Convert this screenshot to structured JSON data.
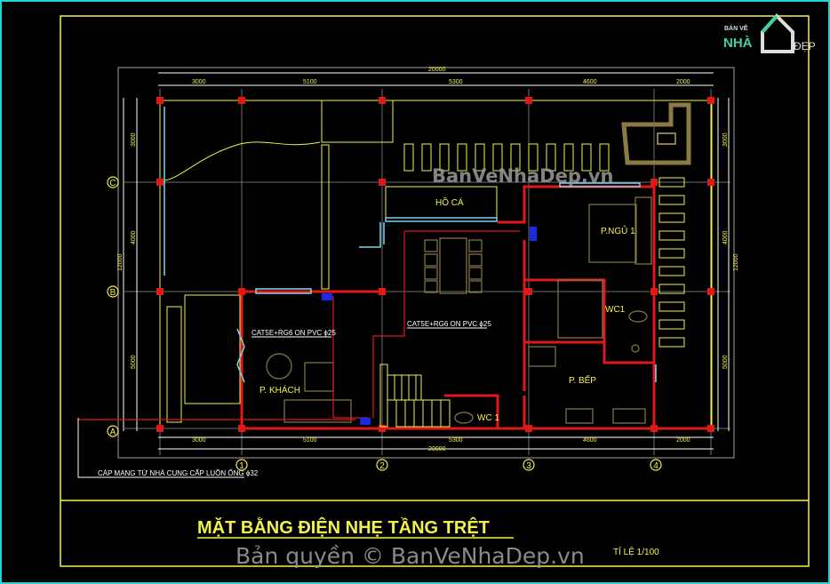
{
  "drawing": {
    "title": "MẶT BẰNG ĐIỆN NHẸ TẦNG TRỆT",
    "scale": "TỈ LỆ 1/100",
    "logo": {
      "line1": "BẢN VẼ",
      "line2": "NHÀ",
      "line3": "ĐẸP"
    },
    "watermark_plan": "BanVeNhaDep.vn",
    "watermark_copyright": "Bản quyền © BanVeNhaDep.vn",
    "dimensions": {
      "top_total": "20000",
      "top": [
        "3000",
        "5100",
        "5300",
        "4600",
        "2000"
      ],
      "bottom_total": "20000",
      "bottom": [
        "3000",
        "5100",
        "5300",
        "4600",
        "2000"
      ],
      "left_total": "12000",
      "left": [
        "3000",
        "4000",
        "5000"
      ],
      "right_total": "12000",
      "right": [
        "3000",
        "4000",
        "5000"
      ]
    },
    "grid_axes": {
      "rows": [
        "C",
        "B",
        "A"
      ],
      "columns": [
        "1",
        "2",
        "3",
        "4"
      ]
    },
    "rooms": {
      "fish_pond": "HỒ CÁ",
      "bedroom1": "P.NGỦ 1",
      "wc_upper": "WC1",
      "kitchen": "P. BẾP",
      "living": "P. KHÁCH",
      "wc_lower": "WC 1"
    },
    "annotations": {
      "cable_living": "CAT5E+RG6 ON PVC ϕ25",
      "cable_dining": "CAT5E+RG6 ON PVC ϕ25",
      "network_supply": "CÁP MẠNG TỪ NHÀ CUNG CẤP LUỒN ỐNG ϕ32"
    },
    "colors": {
      "background": "#000000",
      "frame": "#f2f24a",
      "wall": "#e01818",
      "window": "#7fd3f0",
      "furniture": "#8a7a45",
      "grid": "#6e6e6e"
    }
  }
}
